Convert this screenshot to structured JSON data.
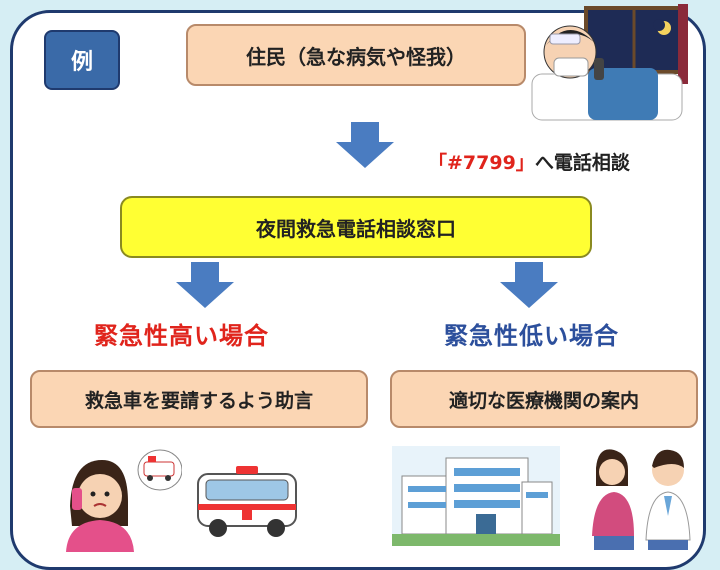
{
  "example_tag": "例",
  "resident_box": "住民（急な病気や怪我）",
  "callout": {
    "number": "「#7799」",
    "suffix": "へ電話相談"
  },
  "center_box": "夜間救急電話相談窓口",
  "left": {
    "heading": "緊急性高い場合",
    "action": "救急車を要請するよう助言"
  },
  "right": {
    "heading": "緊急性低い場合",
    "action": "適切な医療機関の案内"
  },
  "colors": {
    "frame": "#1f3a6e",
    "arrow": "#4a7cc1",
    "high": "#e0241c",
    "low": "#2c4f9c",
    "box_orange": "#fbd6b4",
    "box_yellow": "#ffff33"
  },
  "illustrations": [
    "sick-person-in-bed-icon",
    "woman-calling-ambulance-icon",
    "ambulance-icon",
    "hospital-building-icon",
    "doctor-consultation-icon"
  ]
}
